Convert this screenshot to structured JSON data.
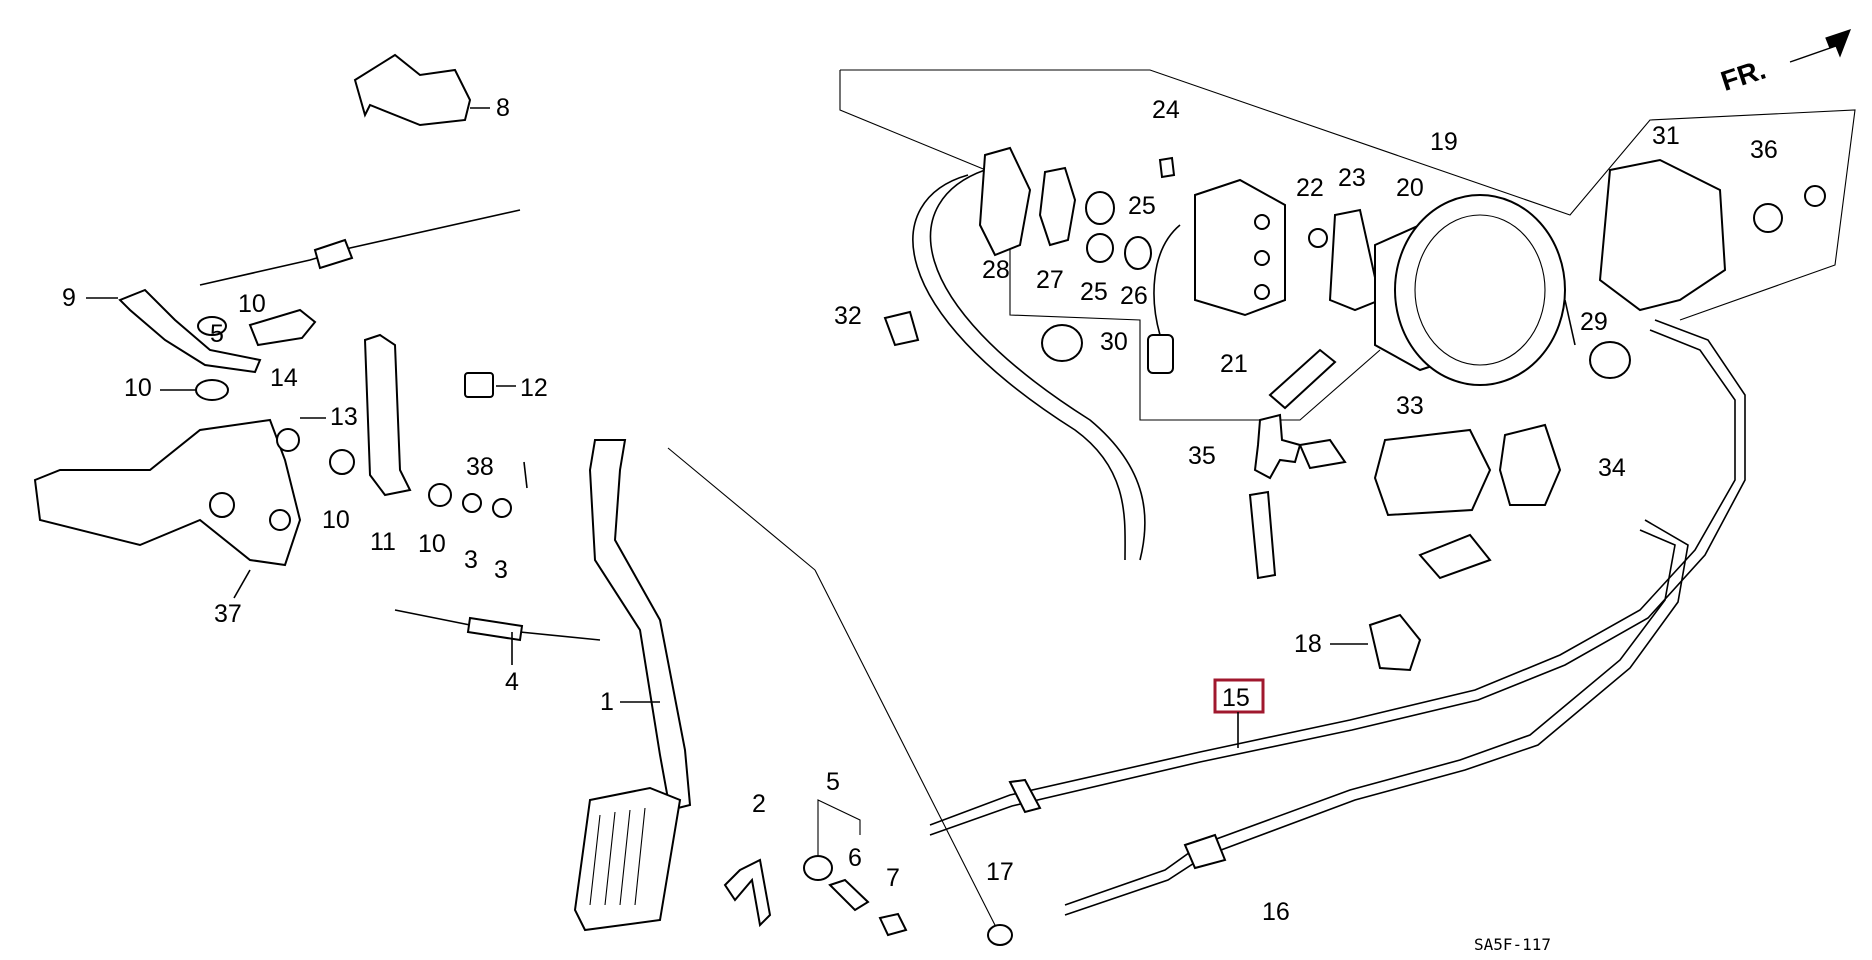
{
  "diagram": {
    "direction_label": "FR.",
    "drawing_code": "SA5F-117",
    "highlight_color": "#a0182e",
    "highlighted_part": "15",
    "callouts": [
      "1",
      "2",
      "3",
      "3",
      "4",
      "5",
      "6",
      "7",
      "8",
      "9",
      "10",
      "10",
      "10",
      "10",
      "11",
      "12",
      "13",
      "14",
      "15",
      "16",
      "17",
      "18",
      "19",
      "20",
      "21",
      "22",
      "23",
      "24",
      "25",
      "25",
      "26",
      "27",
      "28",
      "29",
      "30",
      "31",
      "32",
      "33",
      "34",
      "35",
      "36",
      "37",
      "38"
    ]
  }
}
